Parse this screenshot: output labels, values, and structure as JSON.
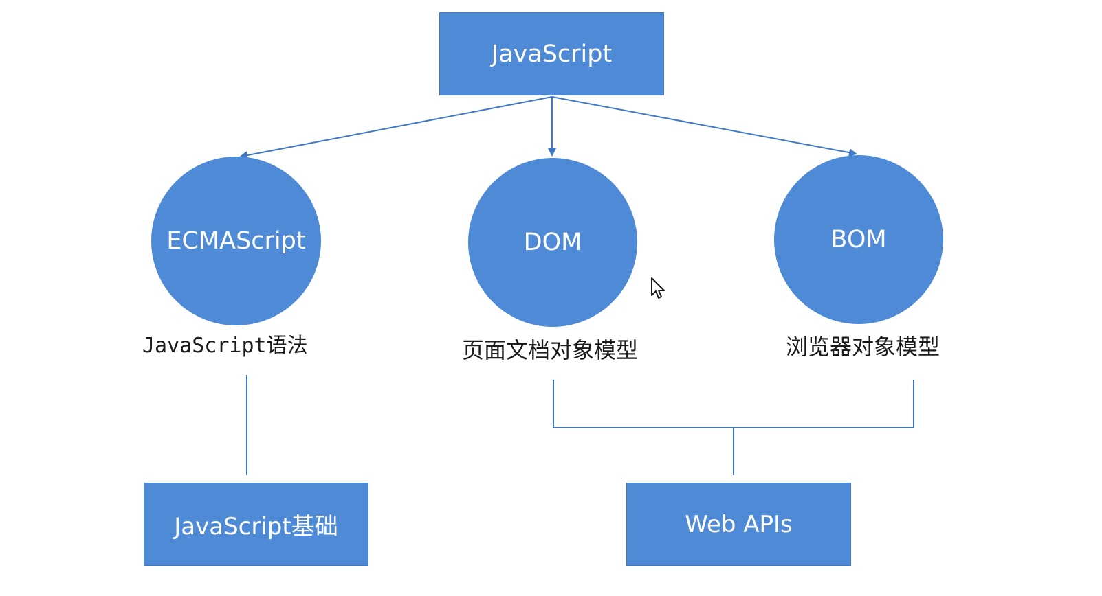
{
  "diagram": {
    "root": {
      "label": "JavaScript"
    },
    "components": [
      {
        "label": "ECMAScript",
        "caption": "JavaScript语法"
      },
      {
        "label": "DOM",
        "caption": "页面文档对象模型"
      },
      {
        "label": "BOM",
        "caption": "浏览器对象模型"
      }
    ],
    "outcomes": [
      {
        "label": "JavaScript基础"
      },
      {
        "label": "Web APIs"
      }
    ]
  },
  "colors": {
    "node_fill": "#4f8ad7",
    "connector": "#3f78c4",
    "node_text": "#ffffff",
    "caption_text": "#1b1b1b"
  },
  "icons": {
    "pointer": "mouse-cursor-icon"
  }
}
